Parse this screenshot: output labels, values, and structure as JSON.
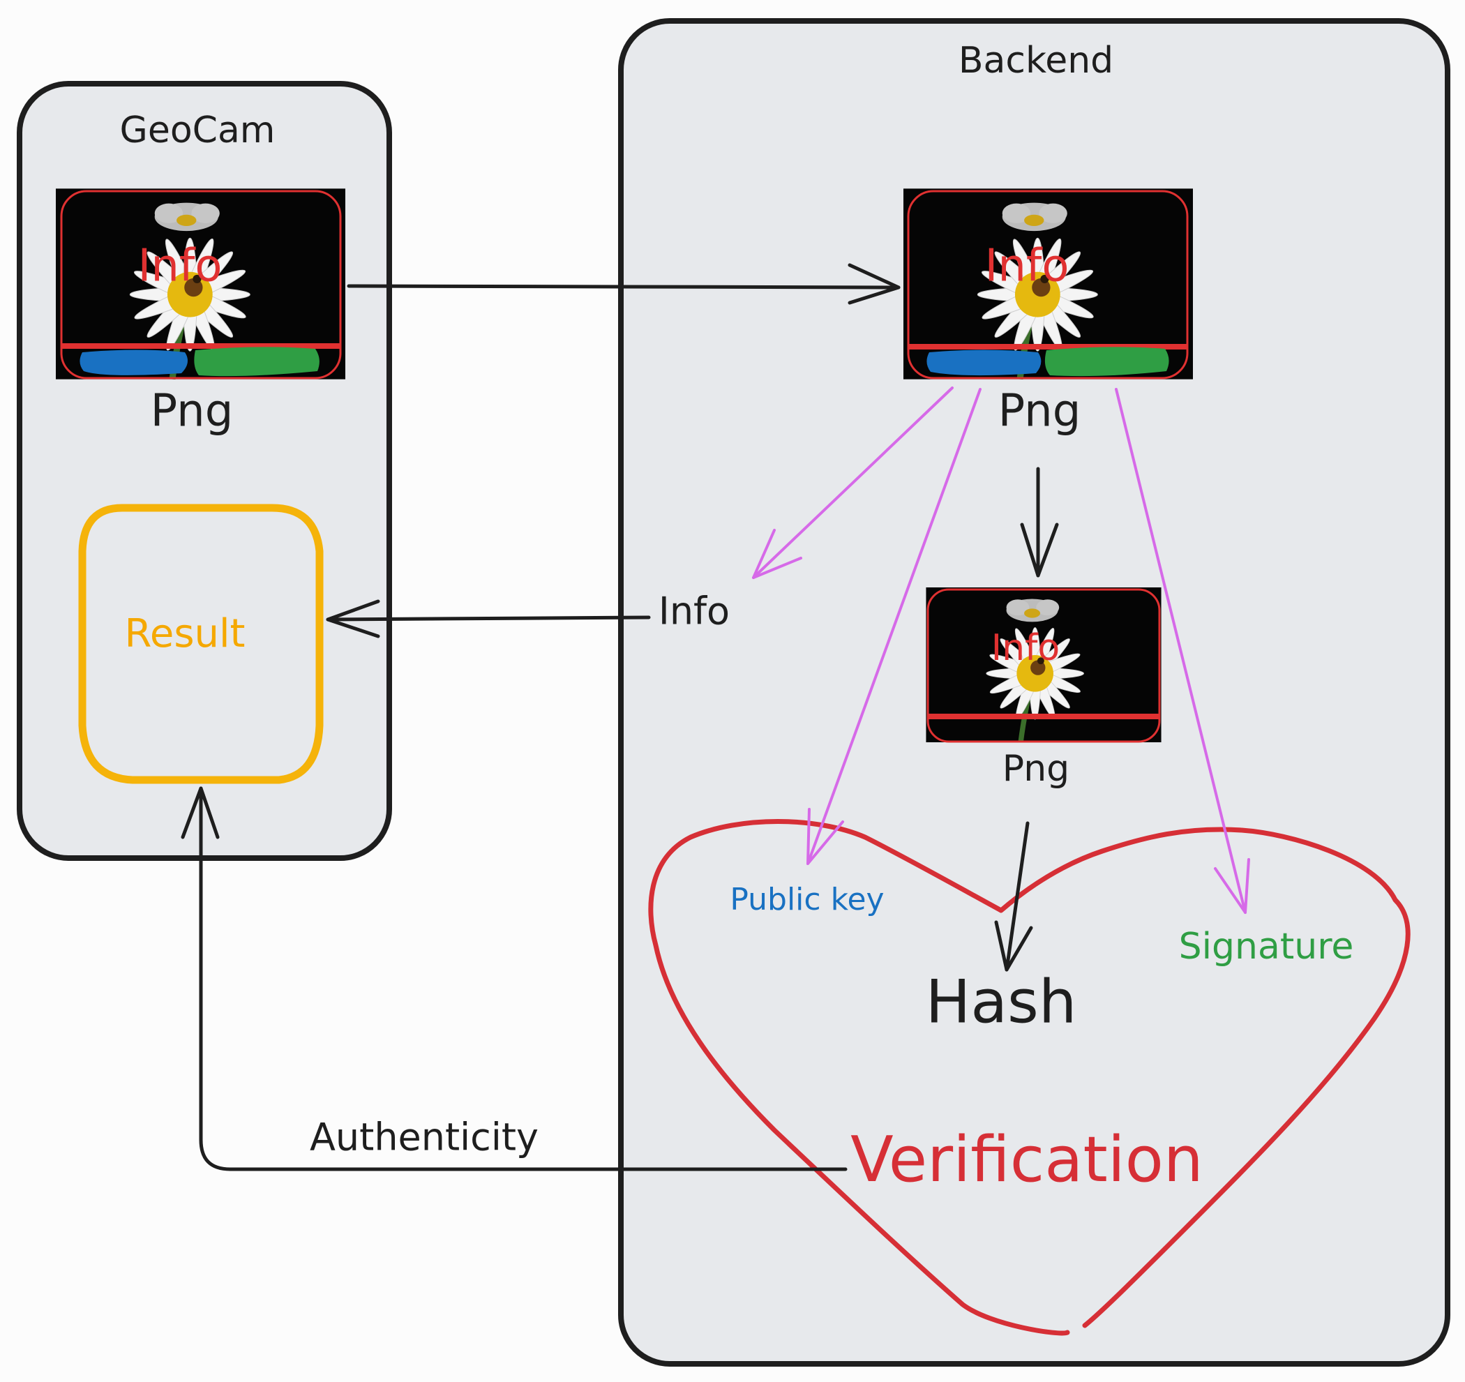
{
  "geocam": {
    "title": "GeoCam",
    "png_label": "Png",
    "image_text": "Info",
    "result_label": "Result"
  },
  "backend": {
    "title": "Backend",
    "png_label": "Png",
    "image_text": "Info",
    "png2_label": "Png",
    "image2_text": "Info"
  },
  "flow": {
    "info_label": "Info",
    "authenticity_label": "Authenticity"
  },
  "verification": {
    "public_key_label": "Public key",
    "signature_label": "Signature",
    "hash_label": "Hash",
    "verification_label": "Verification"
  },
  "colors": {
    "box_fill": "#e7e9ec",
    "box_stroke": "#1e1e1e",
    "result_stroke": "#f5b30a",
    "result_text": "#f5a800",
    "heart_stroke": "#d62f36",
    "verification_text": "#d62f36",
    "public_key_text": "#1971c2",
    "signature_text": "#2f9e44",
    "pink_arrow": "#d66ae8",
    "black_arrow": "#1e1e1e",
    "strip_red": "#e03131",
    "strip_blue": "#1971c2",
    "strip_green": "#2f9e44"
  },
  "icons": [
    "flower-photo-icon"
  ]
}
